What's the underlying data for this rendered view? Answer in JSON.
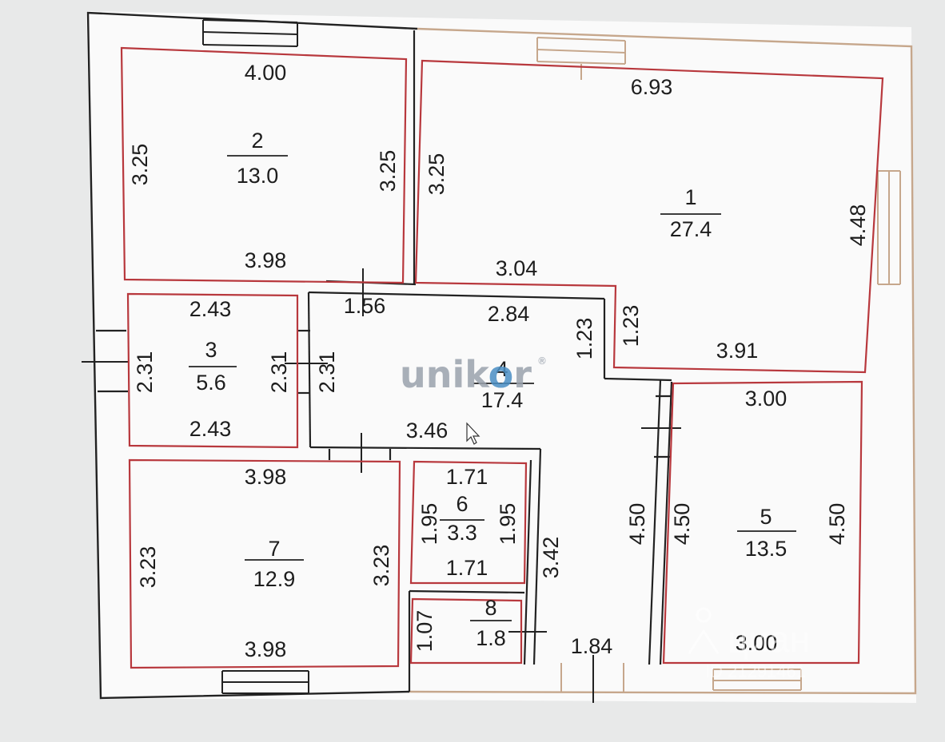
{
  "rooms": [
    {
      "number": "1",
      "area": "27.4",
      "dims": {
        "top": "6.93",
        "right": "4.48",
        "left": "3.25",
        "bottom_left": "3.04",
        "step_left": "1.23",
        "step_right": "1.23",
        "bottom_right": "3.91"
      }
    },
    {
      "number": "2",
      "area": "13.0",
      "dims": {
        "top": "4.00",
        "left": "3.25",
        "right": "3.25",
        "bottom": "3.98"
      }
    },
    {
      "number": "3",
      "area": "5.6",
      "dims": {
        "top": "2.43",
        "left": "2.31",
        "right": "2.31",
        "bottom": "2.43"
      }
    },
    {
      "number": "4",
      "area": "17.4",
      "dims": {
        "top": "2.84",
        "left": "2.31",
        "top_left": "1.56",
        "step": "1.23",
        "bottom": "3.46",
        "right": "4.50",
        "inner_right": "3.42",
        "bottom_right": "1.84"
      }
    },
    {
      "number": "5",
      "area": "13.5",
      "dims": {
        "top": "3.00",
        "left": "4.50",
        "right": "4.50",
        "bottom": "3.00"
      }
    },
    {
      "number": "6",
      "area": "3.3",
      "dims": {
        "top": "1.71",
        "left": "1.95",
        "right": "1.95",
        "bottom": "1.71"
      }
    },
    {
      "number": "7",
      "area": "12.9",
      "dims": {
        "top": "3.98",
        "left": "3.23",
        "right": "3.23",
        "bottom": "3.98"
      }
    },
    {
      "number": "8",
      "area": "1.8",
      "dims": {
        "left": "1.07"
      }
    }
  ],
  "logo": {
    "text_a": "unik",
    "text_b": "o",
    "text_c": "r",
    "mark": "®"
  },
  "watermark": {
    "brand": "циан",
    "code": "ID 21291461"
  },
  "colors": {
    "room_outline": "#b8383d",
    "wall": "#222222",
    "outer_outline": "#c8a98e",
    "background": "#e9eaea",
    "paper": "#fbfbfb"
  }
}
